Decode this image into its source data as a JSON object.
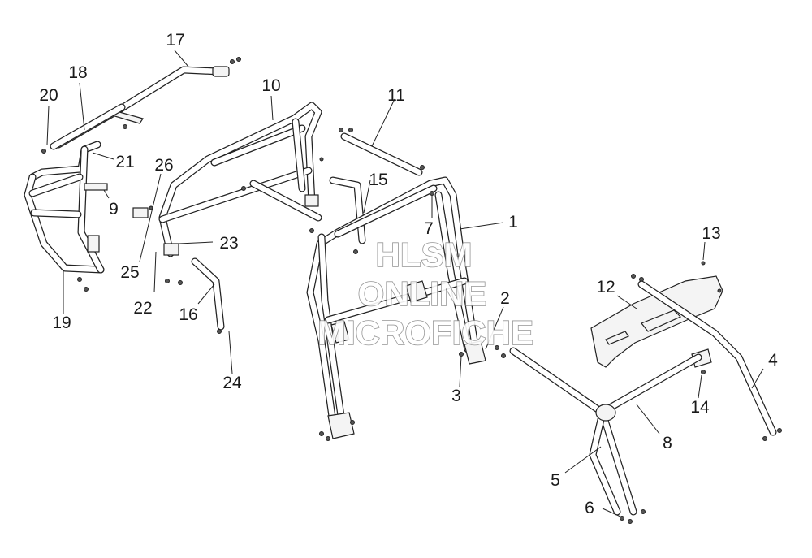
{
  "watermark": {
    "line1": "HLSM",
    "line2": "ONLINE",
    "line3": "MICROFICHE"
  },
  "callouts": [
    {
      "id": "1",
      "label": "1"
    },
    {
      "id": "2",
      "label": "2"
    },
    {
      "id": "3",
      "label": "3"
    },
    {
      "id": "4",
      "label": "4"
    },
    {
      "id": "5",
      "label": "5"
    },
    {
      "id": "6",
      "label": "6"
    },
    {
      "id": "7",
      "label": "7"
    },
    {
      "id": "8",
      "label": "8"
    },
    {
      "id": "9",
      "label": "9"
    },
    {
      "id": "10",
      "label": "10"
    },
    {
      "id": "11",
      "label": "11"
    },
    {
      "id": "12",
      "label": "12"
    },
    {
      "id": "13",
      "label": "13"
    },
    {
      "id": "14",
      "label": "14"
    },
    {
      "id": "15",
      "label": "15"
    },
    {
      "id": "16",
      "label": "16"
    },
    {
      "id": "17",
      "label": "17"
    },
    {
      "id": "18",
      "label": "18"
    },
    {
      "id": "19",
      "label": "19"
    },
    {
      "id": "20",
      "label": "20"
    },
    {
      "id": "21",
      "label": "21"
    },
    {
      "id": "22",
      "label": "22"
    },
    {
      "id": "23",
      "label": "23"
    },
    {
      "id": "24",
      "label": "24"
    },
    {
      "id": "25",
      "label": "25"
    },
    {
      "id": "26",
      "label": "26"
    }
  ]
}
